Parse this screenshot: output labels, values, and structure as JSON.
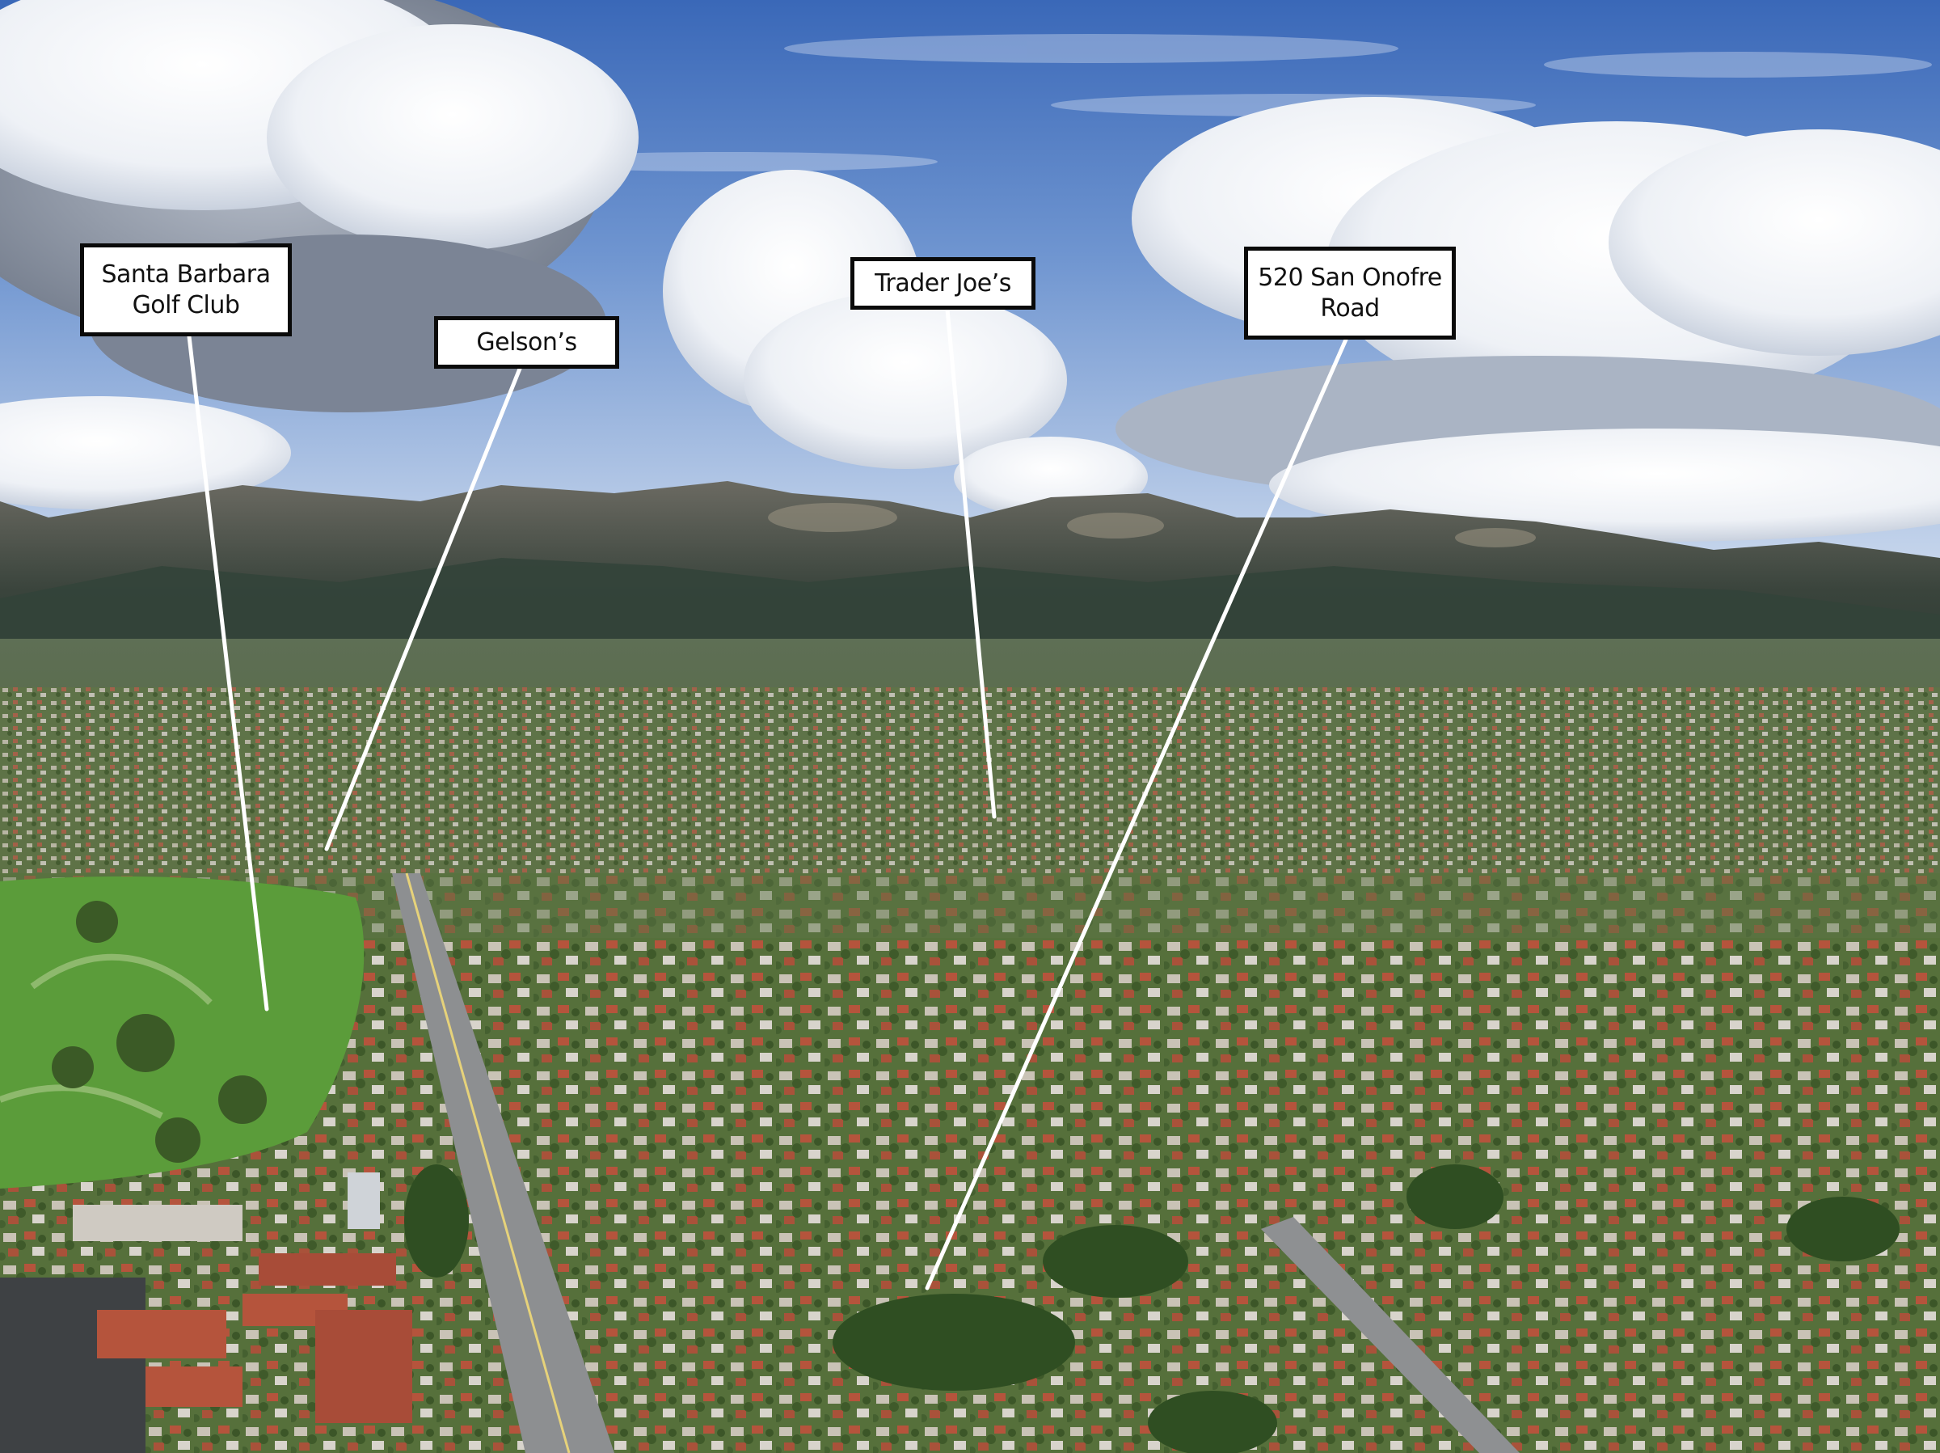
{
  "photo": {
    "subject": "aerial-neighborhood-view",
    "colors": {
      "sky_top": "#3f6fc0",
      "sky_mid": "#7fa3d8",
      "cloud": "#f1f3f7",
      "mountain": "#3f4a44",
      "vegetation": "#4f6e3a",
      "golf_green": "#5b9c3a",
      "road": "#8d8f91",
      "roof_red": "#b5543c",
      "leader_line": "#ffffff",
      "label_border": "#0a0a0a"
    }
  },
  "labels": [
    {
      "id": "santa-barbara-golf-club",
      "lines": [
        "Santa Barbara",
        "Golf Club"
      ]
    },
    {
      "id": "gelsons",
      "lines": [
        "Gelson’s"
      ]
    },
    {
      "id": "trader-joes",
      "lines": [
        "Trader Joe’s"
      ]
    },
    {
      "id": "san-onofre-road",
      "lines": [
        "520 San Onofre",
        "Road"
      ]
    }
  ]
}
